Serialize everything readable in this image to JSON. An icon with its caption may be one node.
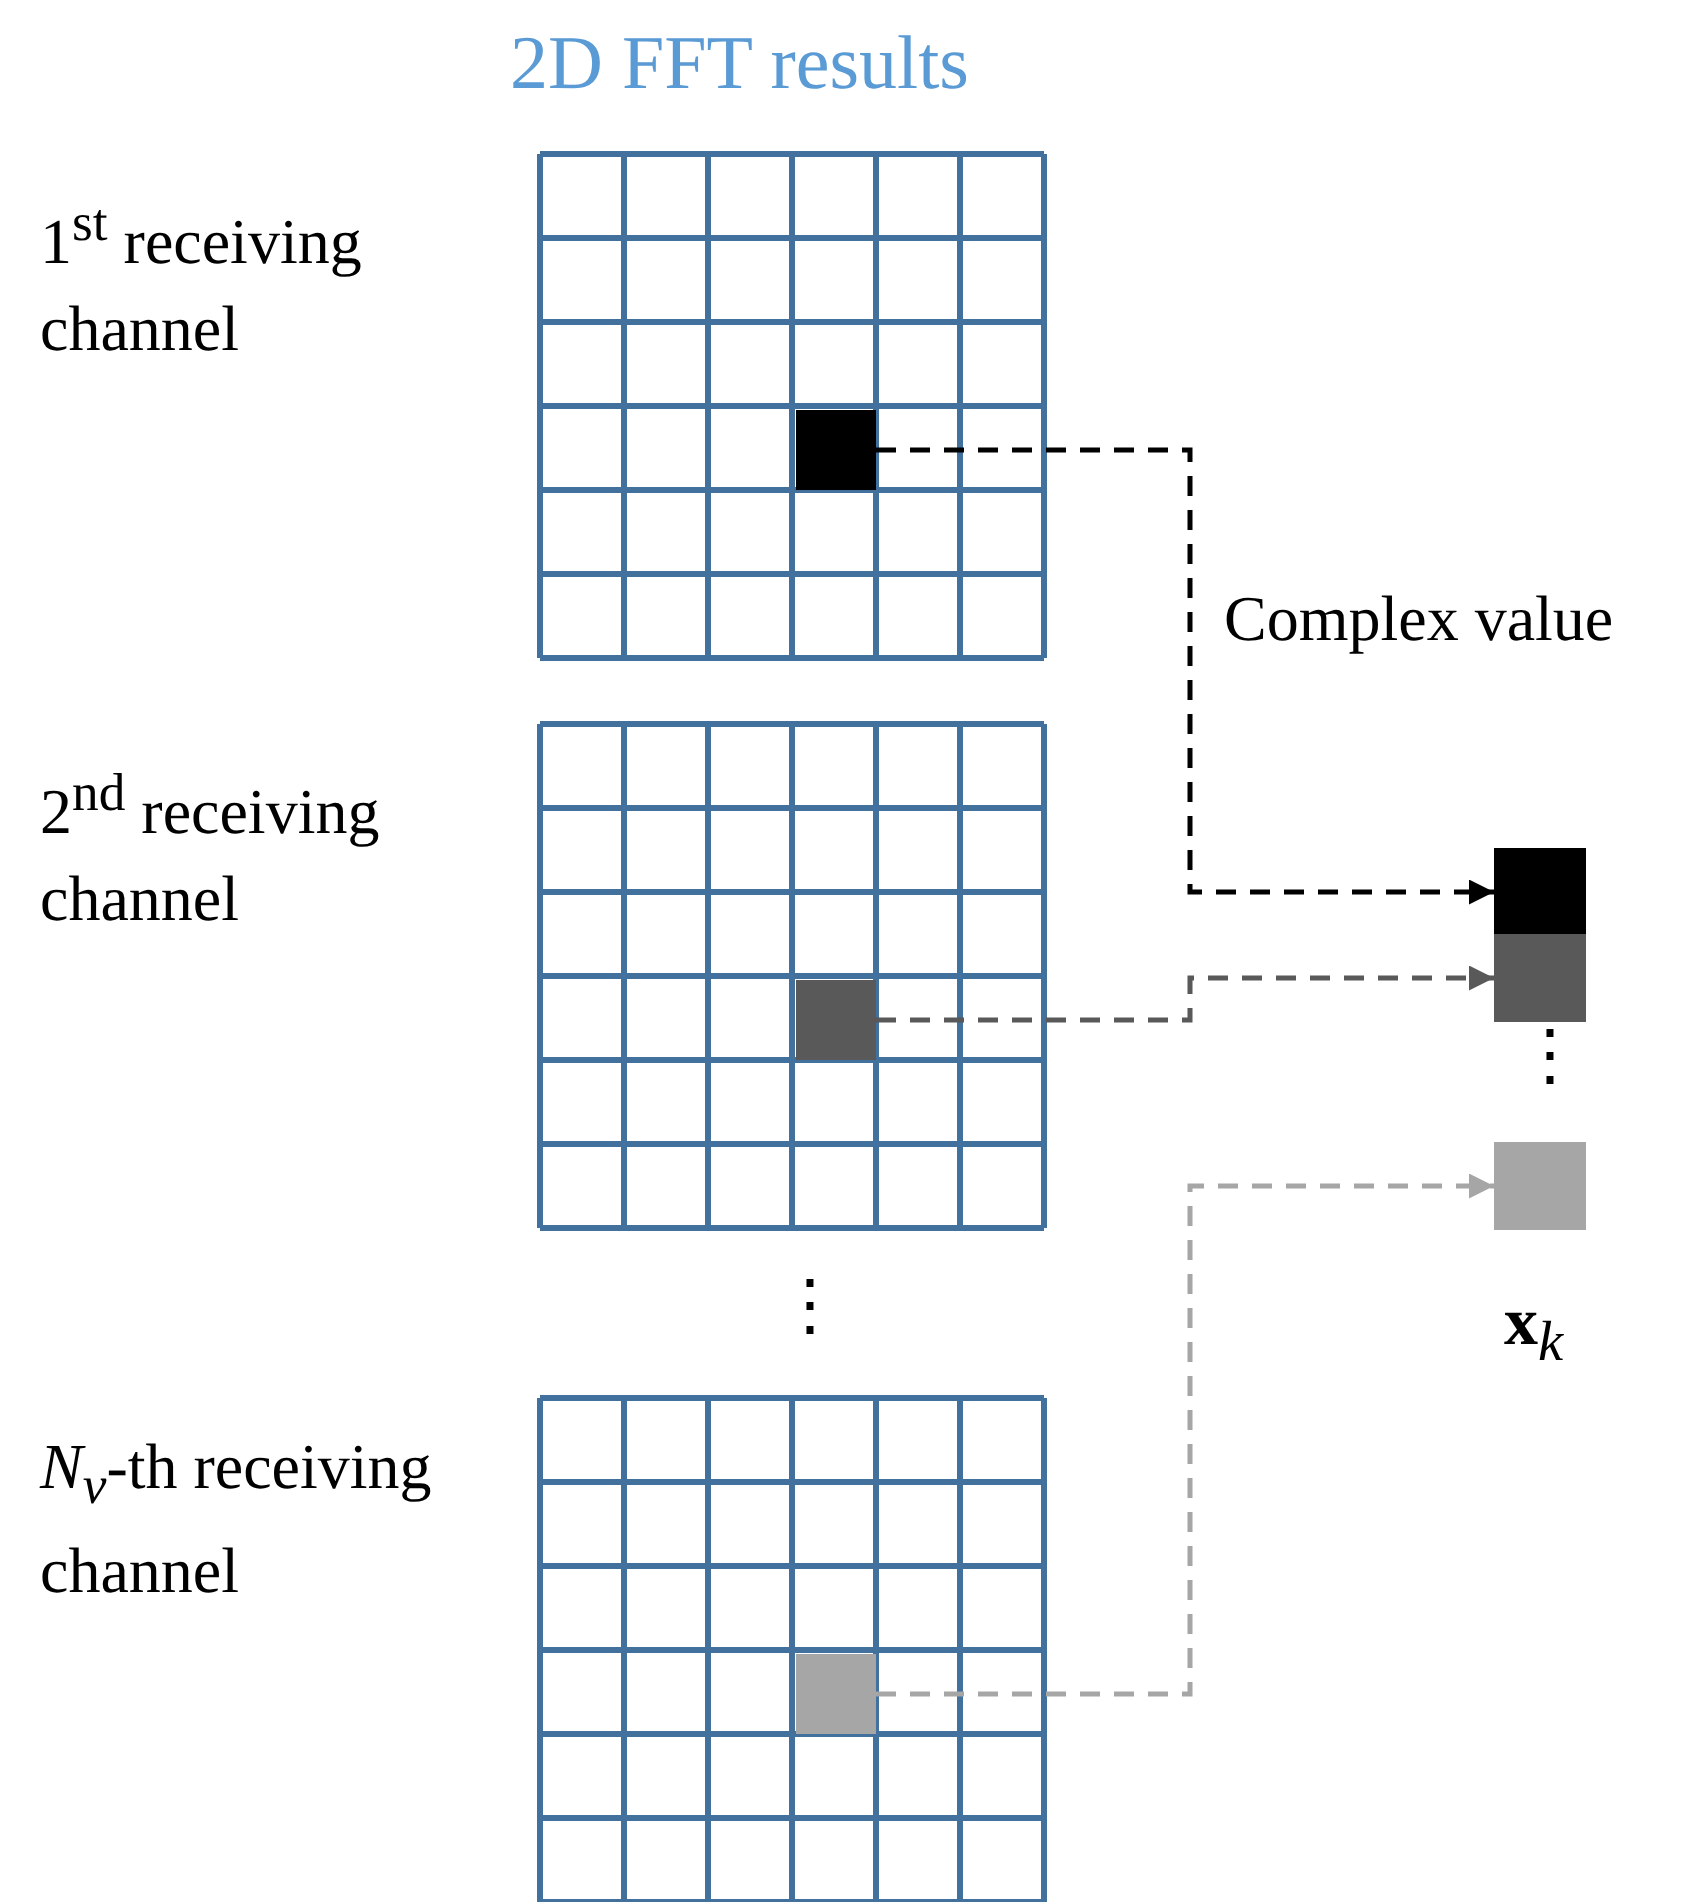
{
  "diagram": {
    "title": "2D FFT results",
    "nodes": [
      {
        "text": [
          "1$^{st}$ receiving channel"
        ]
      },
      {
        "text": [],
        "shape": "box",
        "in": 0
      },
      {
        "text": [
          "2$^{nd}$ receiving channel"
        ]
      },
      {
        "text": [],
        "shape": "box",
        "in": 2
      },
      {
        "text": [
          "*N*$_{v}$-th receiving channel"
        ]
      },
      {
        "text": [],
        "shape": "box",
        "in": 4
      },
      {
        "text": [],
        "shape": "box"
      },
      {
        "text": [],
        "shape": "box"
      },
      {
        "text": [],
        "shape": "box"
      }
    ],
    "edges": [
      {
        "from": 1,
        "to": 6,
        "arrow": "to",
        "style": "dashed",
        "color": "#000000",
        "label": "Complex value"
      },
      {
        "from": 3,
        "to": 7,
        "arrow": "to",
        "style": "dashed",
        "color": "#595959"
      },
      {
        "from": 5,
        "to": 8,
        "arrow": "to",
        "style": "dashed",
        "color": "#a6a6a6"
      }
    ],
    "labels": [
      "⋮",
      "⋮",
      "**x**$_{k}$"
    ]
  }
}
